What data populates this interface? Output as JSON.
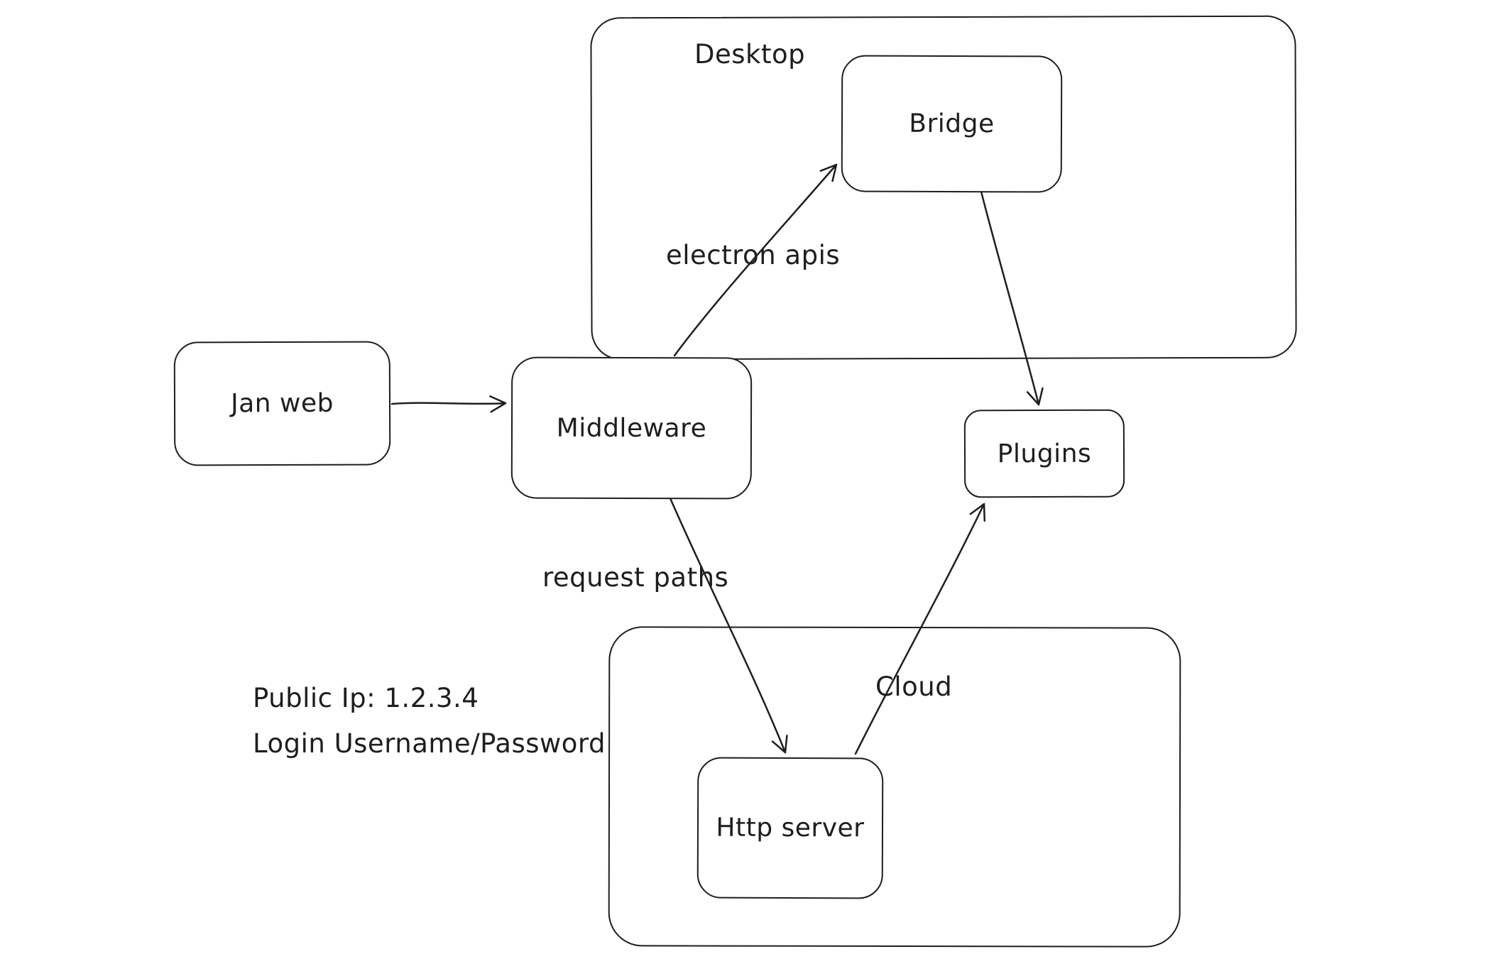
{
  "diagram": {
    "colors": {
      "stroke": "#1e1e1e",
      "background": "#ffffff"
    },
    "nodes": {
      "desktop": {
        "label": "Desktop",
        "type": "container"
      },
      "bridge": {
        "label": "Bridge",
        "type": "box"
      },
      "jan_web": {
        "label": "Jan web",
        "type": "box"
      },
      "middleware": {
        "label": "Middleware",
        "type": "box"
      },
      "plugins": {
        "label": "Plugins",
        "type": "box"
      },
      "cloud": {
        "label": "Cloud",
        "type": "container"
      },
      "http_server": {
        "label": "Http server",
        "type": "box"
      }
    },
    "edges": [
      {
        "from": "jan_web",
        "to": "middleware",
        "label": ""
      },
      {
        "from": "middleware",
        "to": "bridge",
        "label": "electron apis"
      },
      {
        "from": "bridge",
        "to": "plugins",
        "label": ""
      },
      {
        "from": "middleware",
        "to": "http_server",
        "label": "request paths"
      },
      {
        "from": "http_server",
        "to": "plugins",
        "label": ""
      }
    ],
    "annotations": {
      "public_ip": "Public Ip: 1.2.3.4",
      "login": "Login Username/Password"
    }
  }
}
